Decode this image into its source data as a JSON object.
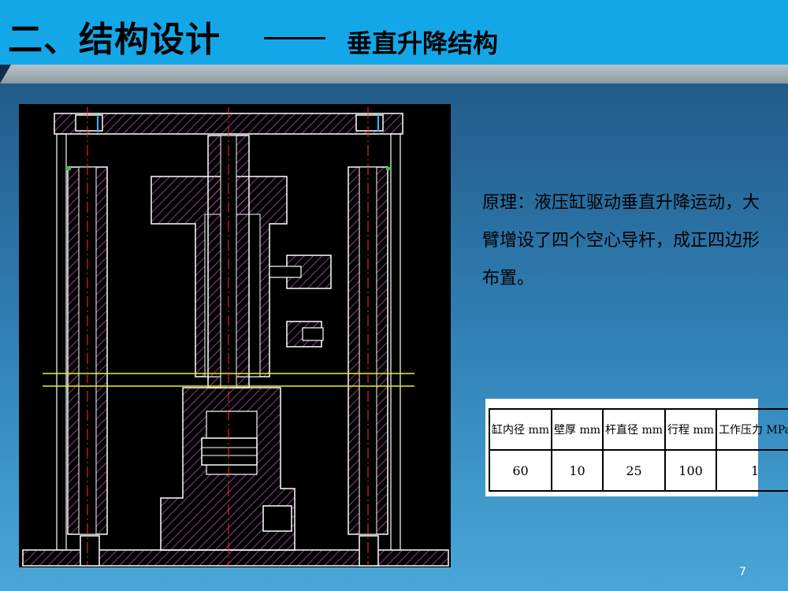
{
  "header": {
    "title": "二、结构设计",
    "subtitle": "垂直升降结构"
  },
  "principle_text": "原理：液压缸驱动垂直升降运动，大臂增设了四个空心导杆，成正四边形布置。",
  "spec_table": {
    "headers": [
      "缸内径 mm",
      "壁厚 mm",
      "杆直径 mm",
      "行程 mm",
      "工作压力 MPa"
    ],
    "values": [
      "60",
      "10",
      "25",
      "100",
      "1"
    ]
  },
  "page_number": "7",
  "colors": {
    "header": "#14a7e8",
    "cad_outline": "#ffffff",
    "cad_hatch": "#c060c0",
    "cad_center": "#ff3030",
    "cad_axis": "#f0f020",
    "cad_accent": "#20c0ff"
  }
}
